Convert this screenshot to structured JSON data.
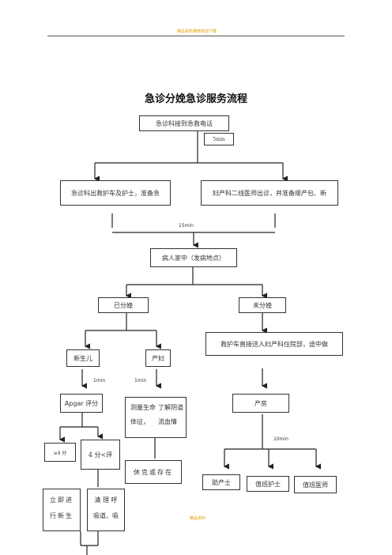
{
  "header": {
    "watermark_top": "精品资料推荐欢迎下载",
    "watermark_bottom": "精品资料"
  },
  "title": "急诊分娩急诊服务流程",
  "nodes": {
    "call": "急诊科接到急救电话",
    "ambulance": "急诊科出救护车及护士，准备急",
    "ob_doctor": "妇产科二线医师出诊，并准备顺产包、新",
    "patient_home": "病人家中（发病地点）",
    "delivered": "已分娩",
    "not_delivered": "未分娩",
    "transfer": "救护车直接送入妇产科住院部，途中做",
    "newborn": "新生儿",
    "mother": "产妇",
    "apgar": "Apgar 评分",
    "vitals_line1": "测量生命体征，",
    "vitals_line2": "了解阴道流血情",
    "delivery_room": "产房",
    "score_low": "≥4 分",
    "score_high": "4 分<评",
    "shock": "休克或存在",
    "midwife": "助产士",
    "nurse_on_duty": "值班护士",
    "doctor_on_duty": "值班医师",
    "resus_line1": "立即进",
    "resus_line2": "行新生",
    "airway_line1": "清 理 呼",
    "airway_line2": "吸道、吸"
  },
  "times": {
    "t_call": "5min",
    "t_dispatch": "15min",
    "t_newborn": "1min",
    "t_mother": "1min",
    "t_delivery": "10min"
  }
}
